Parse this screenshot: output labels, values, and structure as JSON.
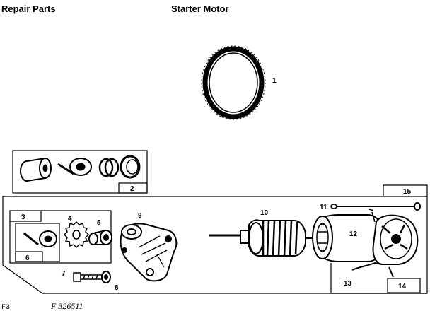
{
  "header": {
    "section": "Repair Parts",
    "title": "Starter Motor"
  },
  "callouts": [
    "1",
    "2",
    "3",
    "4",
    "5",
    "6",
    "7",
    "8",
    "9",
    "10",
    "11",
    "12",
    "13",
    "14",
    "15"
  ],
  "footer": {
    "page_code": "F3",
    "figure_number": "F 326511"
  }
}
